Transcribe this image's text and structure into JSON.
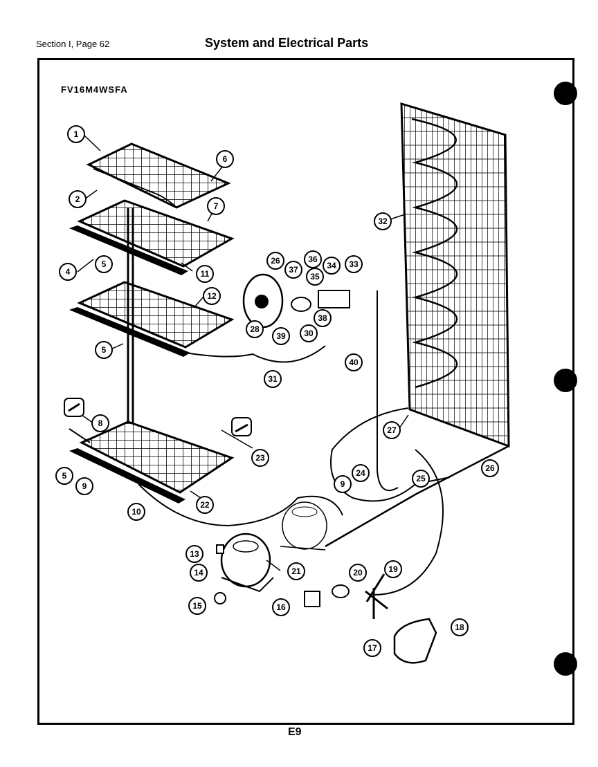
{
  "header": {
    "section_page": "Section I, Page 62",
    "title": "System and Electrical Parts"
  },
  "model": "FV16M4WSFA",
  "page_number": "E9",
  "callouts": [
    "1",
    "2",
    "4",
    "5",
    "6",
    "7",
    "11",
    "12",
    "5",
    "8",
    "5",
    "9",
    "10",
    "22",
    "23",
    "26",
    "37",
    "36",
    "35",
    "34",
    "33",
    "28",
    "39",
    "30",
    "38",
    "31",
    "32",
    "40",
    "27",
    "24",
    "25",
    "26",
    "9",
    "13",
    "14",
    "15",
    "21",
    "16",
    "20",
    "19",
    "17",
    "18"
  ]
}
